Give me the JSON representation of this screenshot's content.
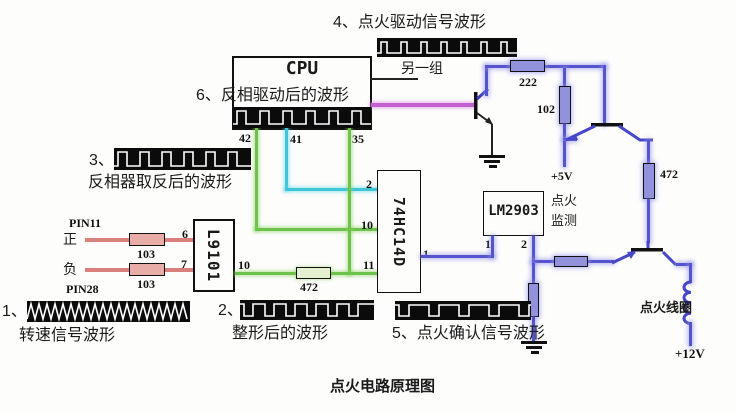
{
  "title": "点火电路原理图",
  "cpu": {
    "label": "CPU",
    "another_group": "另一组",
    "pin42": "42",
    "pin41": "41",
    "pin35": "35"
  },
  "chips": {
    "l9101": {
      "label": "L9101",
      "pin6": "6",
      "pin7": "7",
      "pin10": "10"
    },
    "hc14d": {
      "label": "74HC14D",
      "pin2": "2",
      "pin10": "10",
      "pin11": "11",
      "pin1": "1"
    },
    "lm2903": {
      "label": "LM2903",
      "pin1": "1",
      "pin2": "2"
    }
  },
  "io": {
    "pin11": "PIN11",
    "pin28": "PIN28",
    "positive": "正",
    "negative": "负"
  },
  "resistors": {
    "r103a": "103",
    "r103b": "103",
    "r472_green": "472",
    "r222": "222",
    "r102": "102",
    "r472_blue": "472"
  },
  "power": {
    "p5v": "+5V",
    "p12v": "+12V"
  },
  "annotations": {
    "monitor_line1": "点火",
    "monitor_line2": "监测",
    "ignition_coil": "点火线圈"
  },
  "waveforms": {
    "w1": {
      "num": "1、",
      "caption": "转速信号波形"
    },
    "w2": {
      "num": "2、",
      "caption": "整形后的波形"
    },
    "w3": {
      "num": "3、",
      "caption": "反相器取反后的波形"
    },
    "w4": {
      "caption": "4、点火驱动信号波形"
    },
    "w5": {
      "caption": "5、点火确认信号波形"
    },
    "w6": {
      "caption": "6、反相驱动后的波形"
    }
  },
  "colors": {
    "green_wire": "#6dc24b",
    "cyan_wire": "#3ec6d8",
    "magenta_wire": "#c45fd0",
    "blue_wire": "#5454cf",
    "red_wire": "#d9807d"
  }
}
